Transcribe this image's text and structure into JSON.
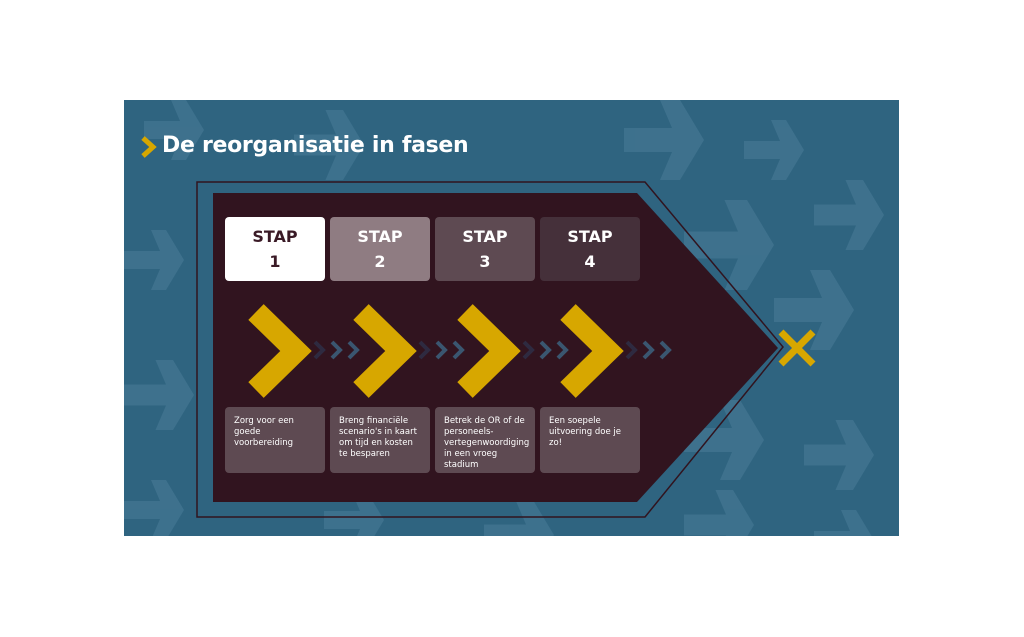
{
  "title": "De reorganisatie in fasen",
  "colors": {
    "background": "#2f6480",
    "panel": "#31141f",
    "accent": "#d7a700"
  },
  "steps": [
    {
      "label": "STAP",
      "number": "1",
      "description": "Zorg voor een goede voorbereiding",
      "color": "#ffffff",
      "text_color": "#3a1a26"
    },
    {
      "label": "STAP",
      "number": "2",
      "description": "Breng financiële scenario's in kaart om tijd en kosten te besparen",
      "color": "#8f7c82",
      "text_color": "#ffffff"
    },
    {
      "label": "STAP",
      "number": "3",
      "description": "Betrek de OR of de personeels-vertegenwoordiging in een vroeg stadium",
      "color": "#5e4a52",
      "text_color": "#ffffff"
    },
    {
      "label": "STAP",
      "number": "4",
      "description": "Een soepele uitvoering doe je zo!",
      "color": "#45303a",
      "text_color": "#ffffff"
    }
  ]
}
